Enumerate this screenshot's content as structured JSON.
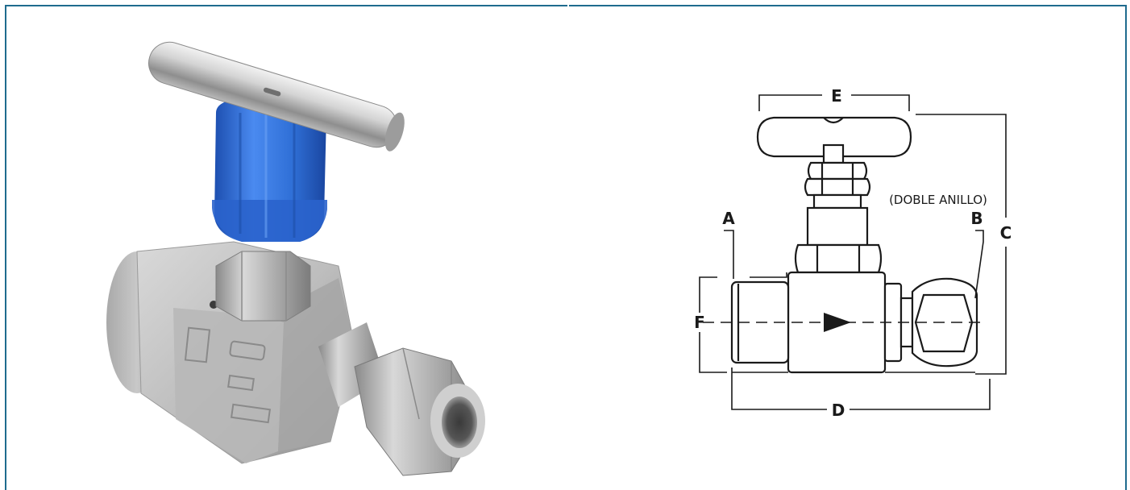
{
  "diagram": {
    "labels": {
      "a": "A",
      "b": "B",
      "c": "C",
      "d": "D",
      "e": "E",
      "f": "F"
    },
    "note": "(DOBLE ANILLO)"
  },
  "colors": {
    "border": "#1f6b8e",
    "cap": "#2f6fd6",
    "steel": "#c2c2c2"
  }
}
